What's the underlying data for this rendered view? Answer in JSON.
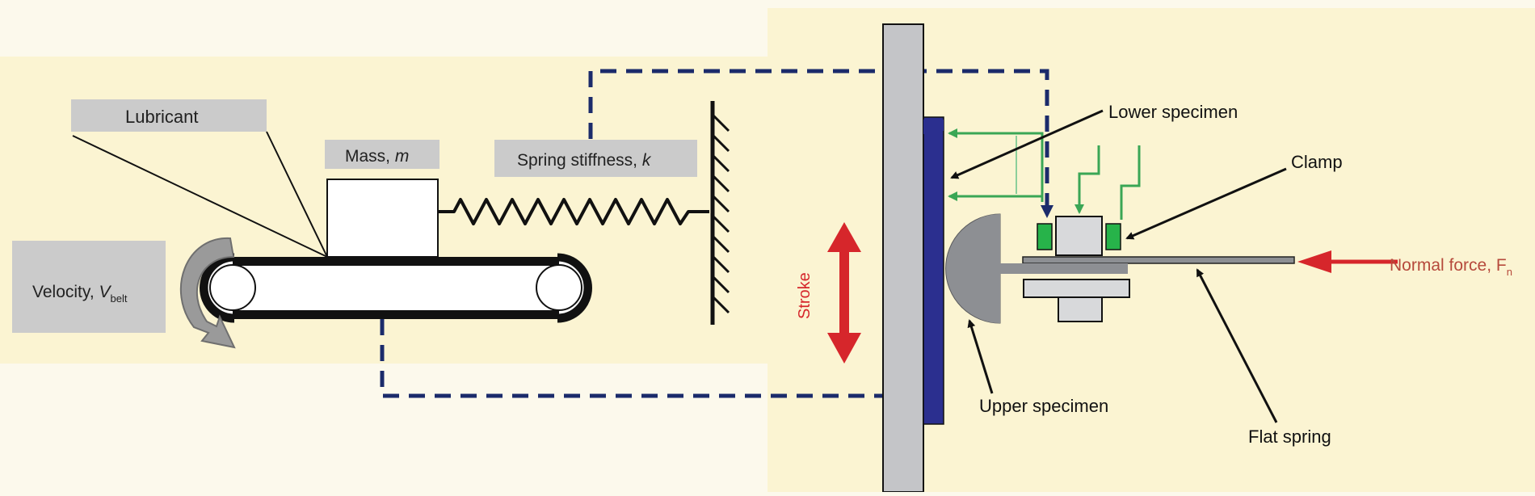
{
  "labels": {
    "lubricant": "Lubricant",
    "mass": "Mass, ",
    "mass_symbol": "m",
    "spring": "Spring stiffness, ",
    "spring_symbol": "k",
    "velocity": "Velocity, ",
    "velocity_symbol": "V",
    "velocity_subscript": "belt",
    "stroke": "Stroke",
    "lower_specimen": "Lower specimen",
    "clamp": "Clamp",
    "normal_force": "Normal force, F",
    "normal_force_subscript": "n",
    "upper_specimen": "Upper specimen",
    "flat_spring": "Flat spring"
  },
  "colors": {
    "background": "#fcf9ec",
    "panel": "#fbf4d2",
    "label_box": "#cbcbcb",
    "dashed_link": "#1b2b6b",
    "stroke_arrow": "#d6262b",
    "normal_force_text": "#b64a3c",
    "lower_specimen": "#2b2f8f",
    "clamp": "#27b34a",
    "force_lines": "#3aa655",
    "plate": "#c4c5c8",
    "upper_specimen": "#8d8f93"
  }
}
